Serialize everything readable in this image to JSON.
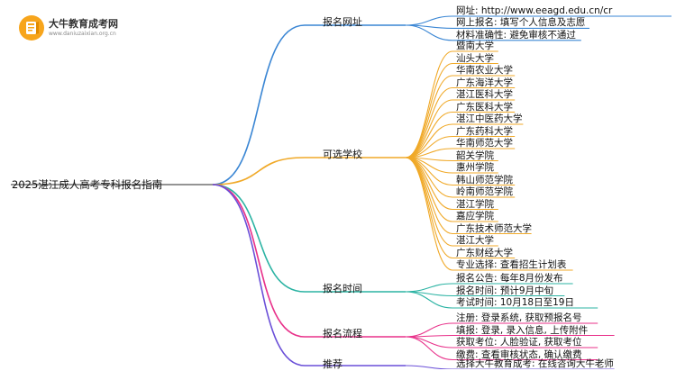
{
  "logo": {
    "title": "大牛教育成考网",
    "url": "www.daniuzaixian.org.cn"
  },
  "root": "2025湛江成人高考专科报名指南",
  "branches": [
    {
      "id": "signup-url",
      "label": "报名网址",
      "color": "#3a86d4",
      "leaves": [
        "网址: http://www.eeagd.edu.cn/cr",
        "网上报名: 填写个人信息及志愿",
        "材料准确性: 避免审核不通过"
      ]
    },
    {
      "id": "schools",
      "label": "可选学校",
      "color": "#f0a928",
      "leaves": [
        "暨南大学",
        "汕头大学",
        "华南农业大学",
        "广东海洋大学",
        "湛江医科大学",
        "广东医科大学",
        "湛江中医药大学",
        "广东药科大学",
        "华南师范大学",
        "韶关学院",
        "惠州学院",
        "韩山师范学院",
        "岭南师范学院",
        "湛江学院",
        "嘉应学院",
        "广东技术师范大学",
        "湛江大学",
        "广东财经大学",
        "专业选择: 查看招生计划表"
      ]
    },
    {
      "id": "signup-time",
      "label": "报名时间",
      "color": "#2bb3a3",
      "leaves": [
        "报名公告: 每年8月份发布",
        "报名时间: 预计9月中旬",
        "考试时间: 10月18日至19日"
      ]
    },
    {
      "id": "signup-process",
      "label": "报名流程",
      "color": "#e8318a",
      "leaves": [
        "注册: 登录系统, 获取预报名号",
        "填报: 登录, 录入信息, 上传附件",
        "获取考位: 人脸验证, 获取考位",
        "缴费: 查看审核状态, 确认缴费"
      ]
    },
    {
      "id": "recommend",
      "label": "推荐",
      "color": "#6a4fd8",
      "leaves": [
        "选择大牛教育成考: 在线咨询大牛老师"
      ]
    }
  ]
}
